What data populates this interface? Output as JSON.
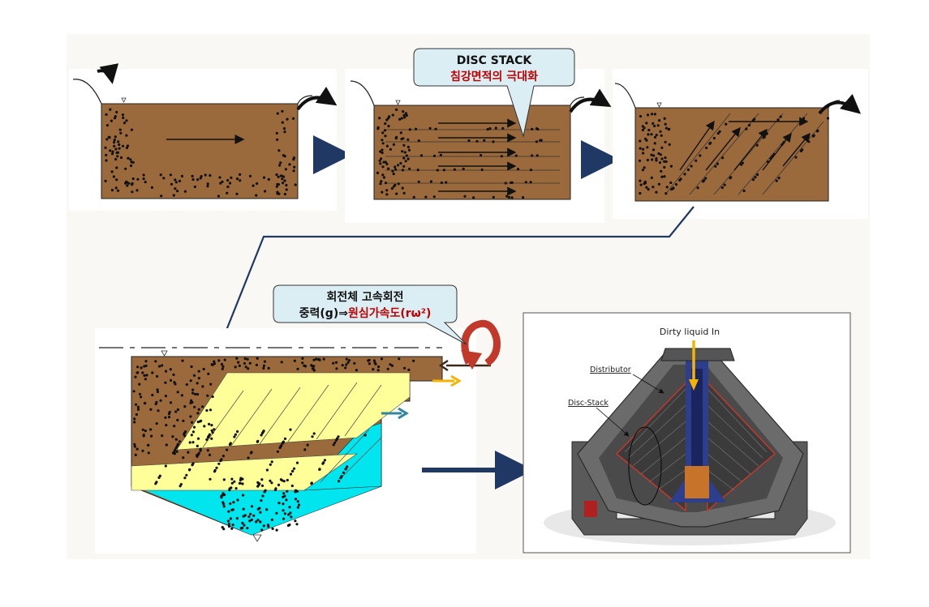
{
  "callout_top": {
    "line1": "DISC STACK",
    "line2": "침강면적의 극대화"
  },
  "callout_bottom": {
    "line1": "회전체 고속회전",
    "line2_prefix": "중력(g)⇒",
    "line2_emph": "원심가속도(rω²)"
  },
  "centrifuge": {
    "inlet_label": "Dirty liquid  In",
    "distributor_label": "Distributor",
    "disc_stack_label": "Disc-Stack"
  },
  "colors": {
    "sludge": "#9b6a3c",
    "clarifier_yellow": "#ffff99",
    "clarifier_cyan": "#00e5ee",
    "arrow_navy": "#1f3864",
    "callout_fill": "#dbeef4",
    "emphasis_red": "#c00000",
    "rotation_red": "#c0392b"
  }
}
